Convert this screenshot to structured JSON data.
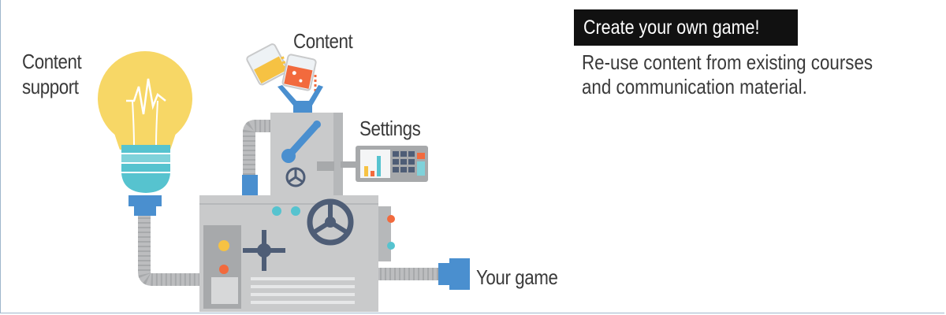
{
  "labels": {
    "content_support": "Content\nsupport",
    "content": "Content",
    "settings": "Settings",
    "your_game": "Your game"
  },
  "panel": {
    "title": "Create your own game!",
    "body_lines": [
      "Re-use content from existing courses",
      "and communication material."
    ]
  },
  "colors": {
    "bulb": "#f7d766",
    "bulb_base": "#56c3cf",
    "connector": "#4a8fcf",
    "machine": "#c9cacb",
    "machine_dark": "#a7a9ab",
    "wheel": "#4e5d76",
    "accent_orange": "#f26a3d",
    "accent_yellow": "#f6c243",
    "pipe": "#bcbdbf",
    "title_bg": "#111111"
  },
  "icons": [
    "lightbulb-icon",
    "beaker-icon",
    "machine-icon",
    "settings-panel-icon",
    "wheel-icon",
    "output-plug-icon"
  ]
}
